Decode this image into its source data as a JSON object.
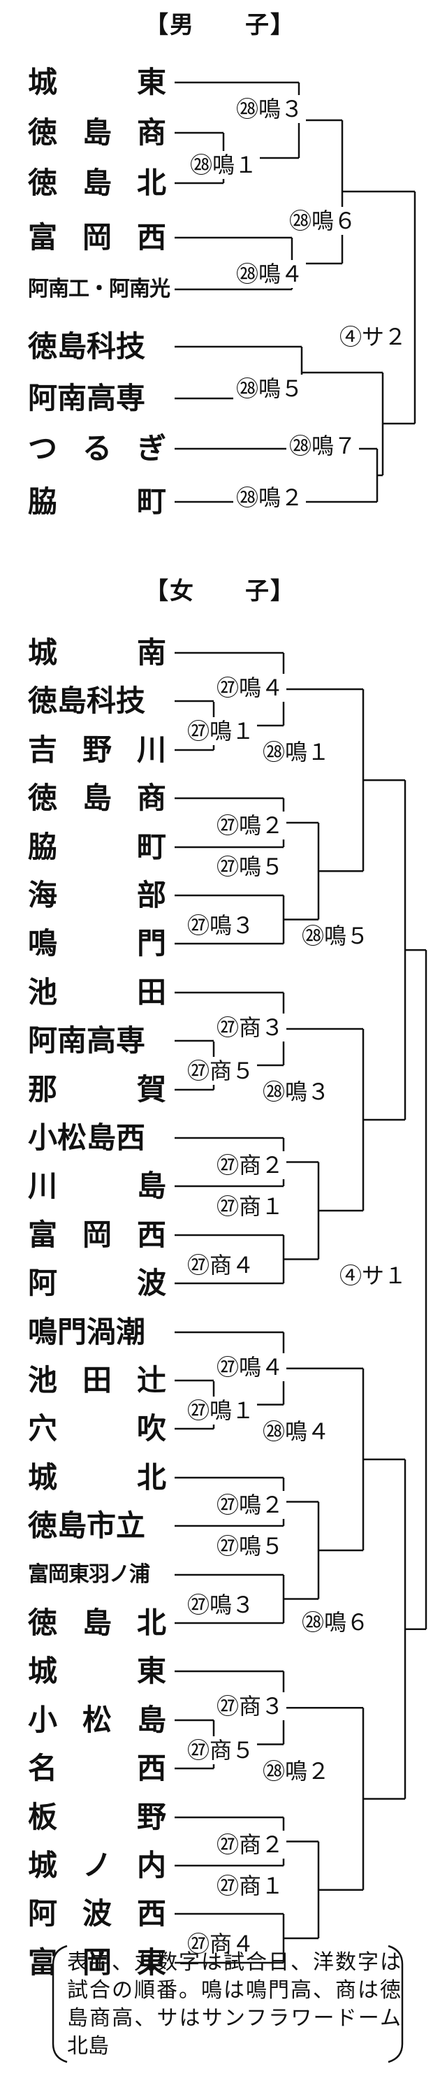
{
  "boys": {
    "title": "【男　　子】",
    "teams": [
      "城東",
      "徳島商",
      "徳島北",
      "富岡西",
      "阿南工・阿南光",
      "徳島科技",
      "阿南高専",
      "つるぎ",
      "脇町"
    ],
    "matches": [
      "㉘鳴３",
      "㉘鳴１",
      "㉘鳴６",
      "㉘鳴４",
      "④サ２",
      "㉘鳴５",
      "㉘鳴７",
      "㉘鳴２"
    ]
  },
  "girls": {
    "title": "【女　　子】",
    "teams": [
      "城南",
      "徳島科技",
      "吉野川",
      "徳島商",
      "脇町",
      "海部",
      "鳴門",
      "池田",
      "阿南高専",
      "那賀",
      "小松島西",
      "川島",
      "富岡西",
      "阿波",
      "鳴門渦潮",
      "池田辻",
      "穴吹",
      "城北",
      "徳島市立",
      "富岡東羽ノ浦",
      "徳島北",
      "城東",
      "小松島",
      "名西",
      "板野",
      "城ノ内",
      "阿波西",
      "富岡東"
    ],
    "matches": [
      "㉗鳴４",
      "㉗鳴１",
      "㉘鳴１",
      "㉗鳴２",
      "㉗鳴５",
      "㉗鳴３",
      "㉘鳴５",
      "㉗商３",
      "㉗商５",
      "㉗商２",
      "㉘鳴３",
      "㉗商１",
      "㉗商４",
      "④サ１",
      "㉗鳴４",
      "㉗鳴１",
      "㉘鳴４",
      "㉗鳴２",
      "㉗鳴５",
      "㉗鳴３",
      "㉘鳴６",
      "㉗商３",
      "㉗商５",
      "㉗商２",
      "㉘鳴２",
      "㉗商１",
      "㉗商４"
    ]
  },
  "note": "表中、丸数字は試合日、洋数字は試合の順番。鳴は鳴門高、商は徳島商高、サはサンフラワードーム北島"
}
